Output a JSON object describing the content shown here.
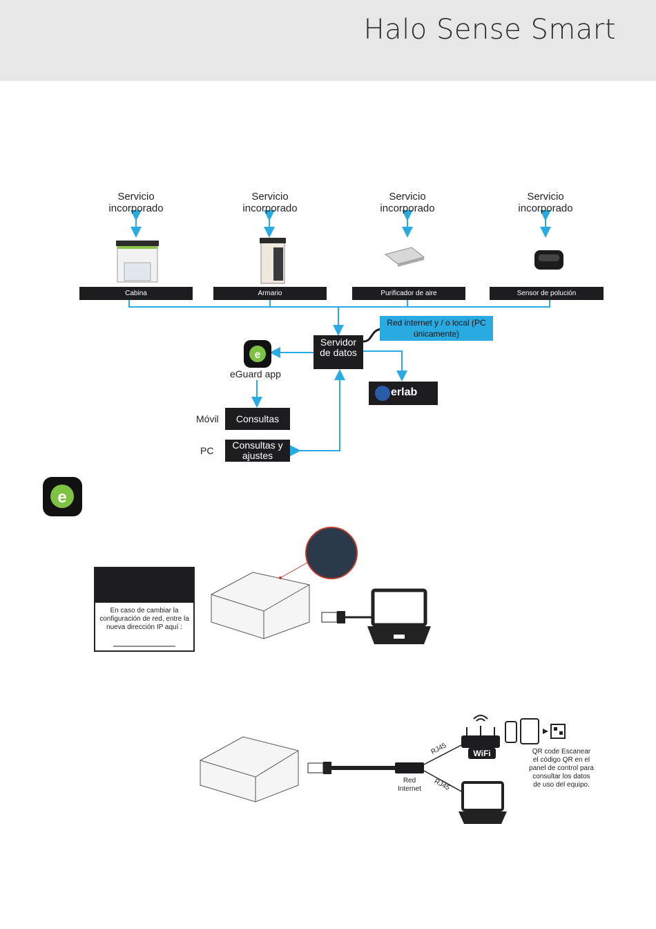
{
  "header": {
    "title": "Halo Sense Smart"
  },
  "services": [
    {
      "text": "Servicio incorporado",
      "device": "Cabina"
    },
    {
      "text": "Servicio incorporado",
      "device": "Armario"
    },
    {
      "text": "Servicio incorporado",
      "device": "Purificador de aire"
    },
    {
      "text": "Servicio incorporado",
      "device": "Sensor de polución"
    }
  ],
  "network": {
    "internet_box": "Red internet y / o local (PC únicamente)",
    "server_box": "Servidor de datos",
    "app_label": "eGuard app",
    "brand_logo": "erlab",
    "mobile_label": "Móvil",
    "mobile_box": "Consultas",
    "pc_label": "PC",
    "pc_box": "Consultas y ajustes"
  },
  "note_card": {
    "text": "En caso de cambiar la configuración de red, entre la nueva dirección IP aquí :"
  },
  "bottom": {
    "rj45_top": "RJ45",
    "rj45_bottom": "RJ45",
    "red_internet": "Red Internet",
    "wifi": "WiFi",
    "qr_text": "QR code Escanear el código QR en el panel de control para consultar los datos de uso del equipo."
  },
  "colors": {
    "accent": "#29abe2",
    "dark": "#1d1d1f",
    "header_bg": "#e7e7e7",
    "app_green": "#7dc242"
  },
  "icons": [
    "eguard-app-icon",
    "laptop-icon",
    "router-icon",
    "phone-icon",
    "tablet-icon",
    "qr-code-icon",
    "usb-plug-icon"
  ]
}
